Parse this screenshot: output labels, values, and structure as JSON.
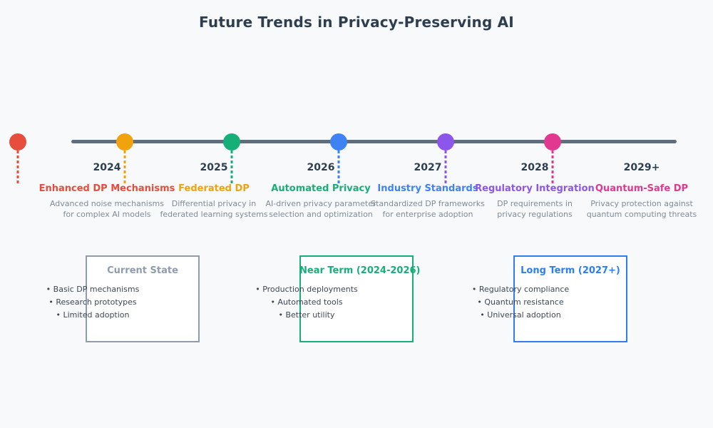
{
  "page": {
    "title": "Future Trends in Privacy-Preserving AI",
    "background_color": "#f8f9fa",
    "title_color": "#2c3e50"
  },
  "timeline": {
    "line_color": "#5e6e7e",
    "year_color": "#2c3e50",
    "description_color": "#7e8b99",
    "milestones": [
      {
        "year": "2024",
        "title": "Enhanced DP Mechanisms",
        "description": "Advanced noise mechanisms\nfor complex AI models",
        "color": "#e74c3c"
      },
      {
        "year": "2025",
        "title": "Federated DP",
        "description": "Differential privacy in\nfederated learning systems",
        "color": "#f0a30c"
      },
      {
        "year": "2026",
        "title": "Automated Privacy",
        "description": "AI-driven privacy parameter\nselection and optimization",
        "color": "#17af78"
      },
      {
        "year": "2027",
        "title": "Industry Standards",
        "description": "Standardized DP frameworks\nfor enterprise adoption",
        "color": "#3e82f4"
      },
      {
        "year": "2028",
        "title": "Regulatory Integration",
        "description": "DP requirements in\nprivacy regulations",
        "color": "#8c55ec"
      },
      {
        "year": "2029+",
        "title": "Quantum-Safe DP",
        "description": "Privacy protection against\nquantum computing threats",
        "color": "#e23890"
      }
    ]
  },
  "summary_boxes": [
    {
      "title": "Current State",
      "color": "#8e9cad",
      "items": "• Basic DP mechanisms\n• Research prototypes\n• Limited adoption"
    },
    {
      "title": "Near Term (2024-2026)",
      "color": "#17af78",
      "items": "• Production deployments\n• Automated tools\n• Better utility"
    },
    {
      "title": "Long Term (2027+)",
      "color": "#2e7ef2",
      "items": "• Regulatory compliance\n• Quantum resistance\n• Universal adoption"
    }
  ]
}
